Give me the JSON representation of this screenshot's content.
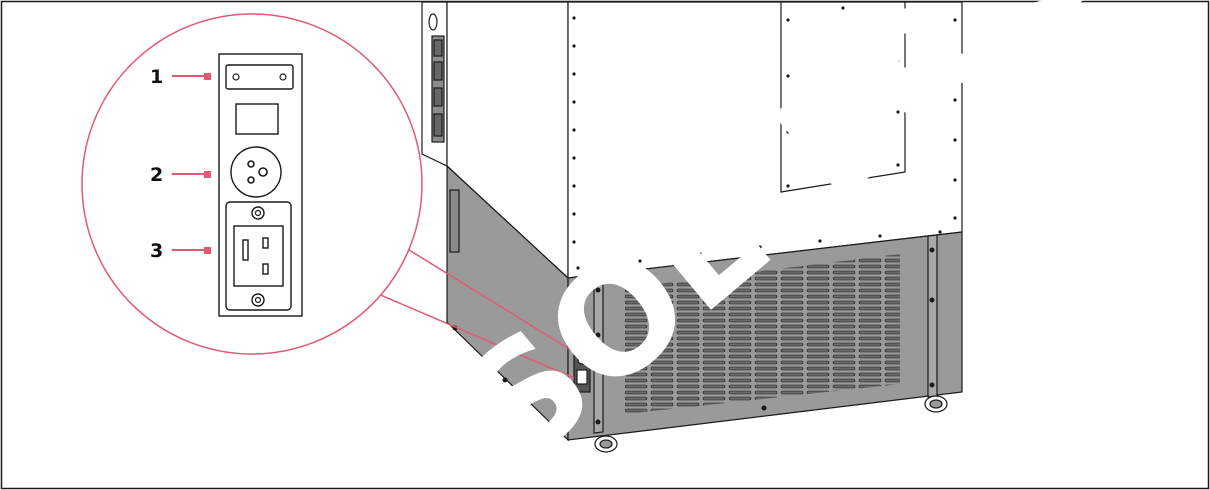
{
  "callouts": [
    {
      "number": "1"
    },
    {
      "number": "2"
    },
    {
      "number": "3"
    }
  ],
  "watermark": "SOLTER S",
  "colors": {
    "callout": "#e05a74",
    "cabinet_panel": "#9a9a9a",
    "cabinet_body": "#ffffff",
    "outline": "#1a1a1a"
  }
}
